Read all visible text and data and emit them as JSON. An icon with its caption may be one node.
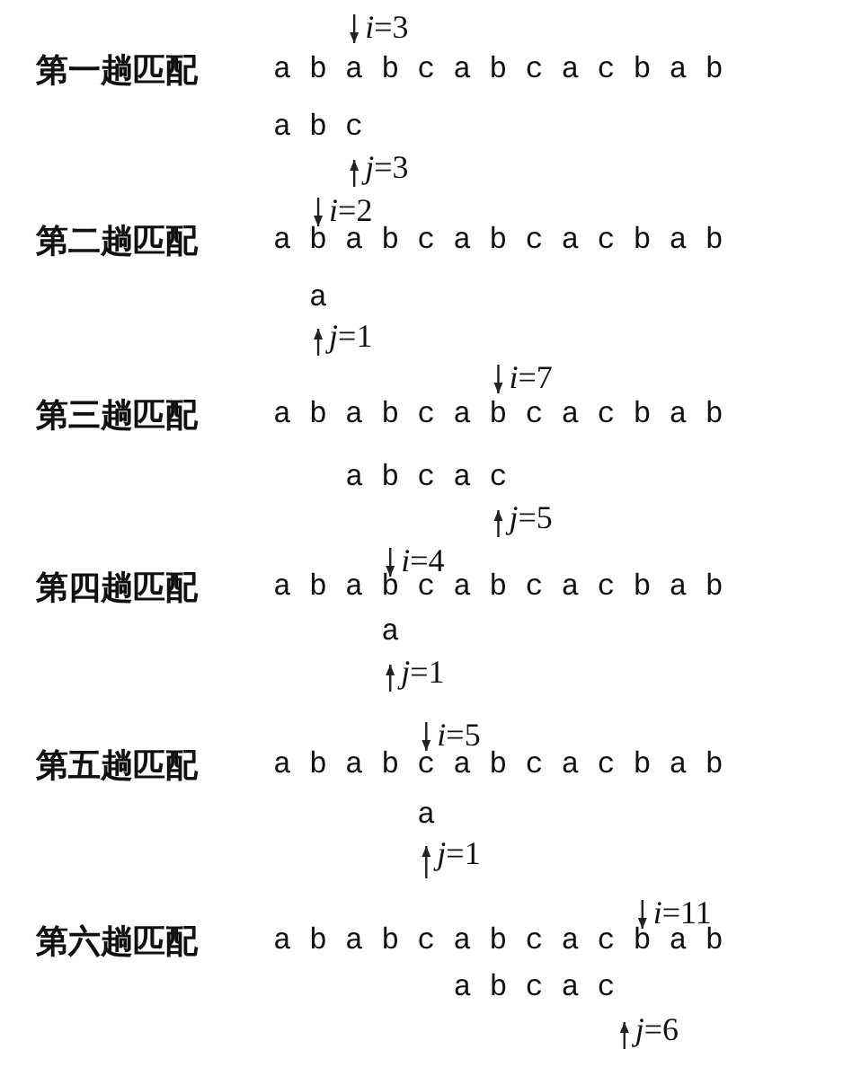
{
  "diagram": {
    "labels": [
      "*i*=3",
      "第一趟匹配",
      "a b a b c a b c a c b a b",
      "a b c",
      "*j*=3",
      "*i*=2",
      "第二趟匹配",
      "a b a b c a b c a c b a b",
      "a",
      "*j*=1",
      "*i*=7",
      "第三趟匹配",
      "a b a b c a b c a c b a b",
      "a b c a c",
      "*j*=5",
      "*i*=4",
      "第四趟匹配",
      "a b a b c a b c a c b a b",
      "a",
      "*j*=1",
      "*i*=5",
      "第五趟匹配",
      "a b a b c a b c a c b a b",
      "a",
      "*j*=1",
      "*i*=11",
      "第六趟匹配",
      "a b a b c a b c a c b a b",
      "a b c a c",
      "*j*=6"
    ]
  }
}
